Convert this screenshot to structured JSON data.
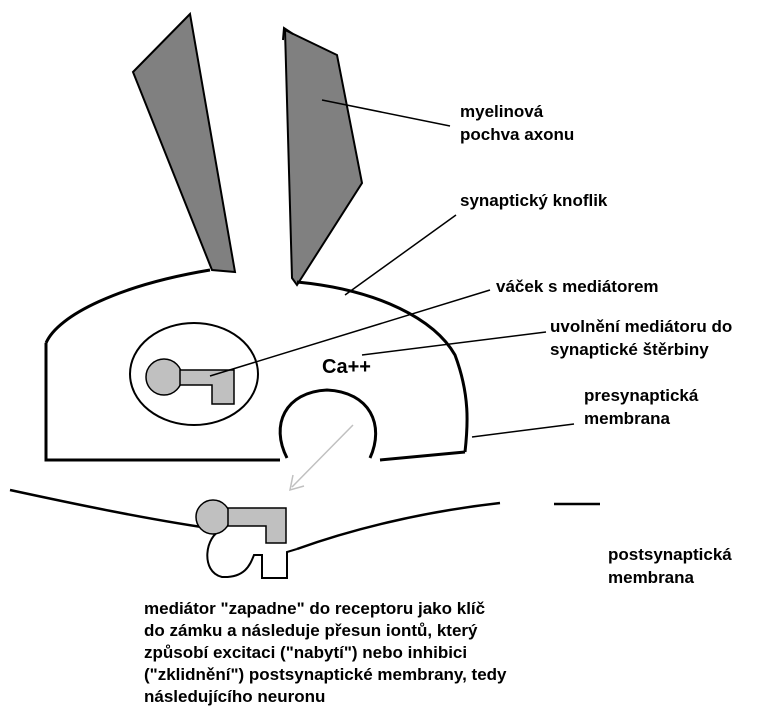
{
  "labels": {
    "myelin_line1": "myelinová",
    "myelin_line2": "pochva axonu",
    "knob": "synaptický knoflik",
    "vesicle": "váček s mediátorem",
    "release_line1": "uvolnění mediátoru do",
    "release_line2": "synaptické štěrbiny",
    "presyn_line1": "presynaptická",
    "presyn_line2": "membrana",
    "postsyn_line1": "postsynaptická",
    "postsyn_line2": "membrana",
    "ion": "Ca++"
  },
  "caption": [
    "mediátor \"zapadne\" do receptoru jako klíč",
    "do zámku a následuje přesun iontů, který",
    "způsobí excitaci (\"nabytí\") nebo inhibici",
    "(\"zklidnění\") postsynaptické membrany, tedy",
    "následujícího neuronu"
  ],
  "colors": {
    "myelin": "#808080",
    "mediator": "#c0c0c0",
    "stroke": "#000000",
    "arrow": "#c0c0c0"
  }
}
